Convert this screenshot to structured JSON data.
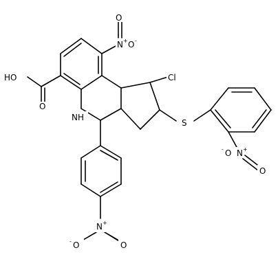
{
  "molecule": {
    "labels": {
      "nitro_top": {
        "atom": "N",
        "charge": "+",
        "o": "O",
        "o_charge": "-"
      },
      "cooh": "HO",
      "cooh_o": "O",
      "nh": "NH",
      "cl": "Cl",
      "s": "S",
      "nitro_right": {
        "o_charge": "-",
        "o": "O",
        "atom": "N",
        "charge": "+",
        "o2": "O"
      },
      "nitro_bottom": {
        "o_charge": "-",
        "o": "O",
        "atom": "N",
        "charge": "+",
        "o2": "O"
      }
    }
  }
}
